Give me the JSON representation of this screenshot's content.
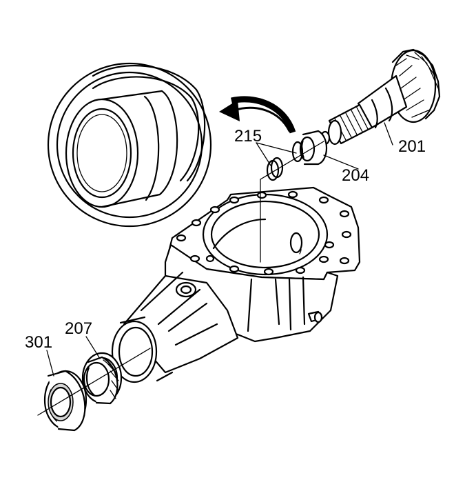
{
  "labels": {
    "l201": "201",
    "l204": "204",
    "l215": "215",
    "l207": "207",
    "l301": "301"
  }
}
